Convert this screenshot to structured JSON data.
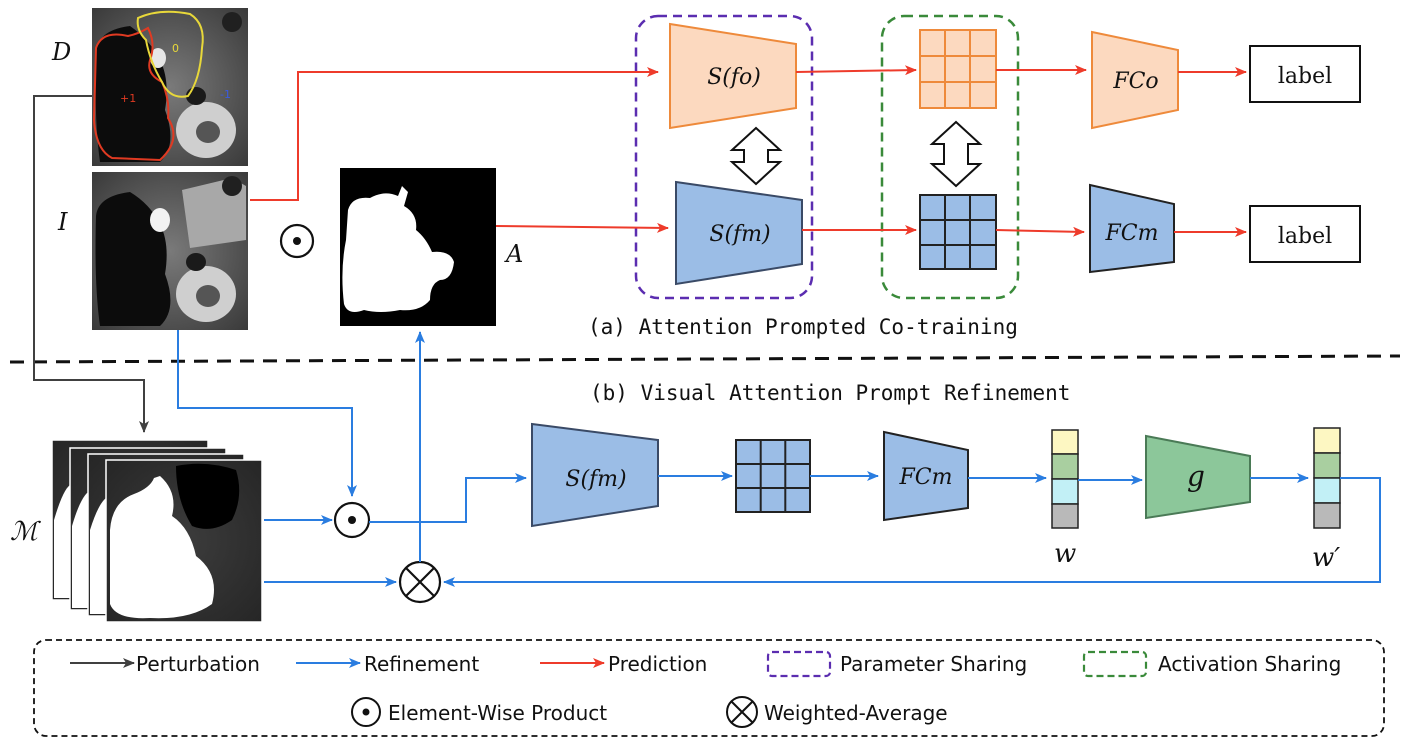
{
  "labels": {
    "d": "D",
    "i": "I",
    "a": "A",
    "m": "ℳ",
    "w": "w",
    "w_prime": "w′"
  },
  "contour_labels": {
    "zero": "0",
    "plus_one": "+1",
    "minus_one": "-1"
  },
  "sections": {
    "a_title": "(a) Attention Prompted Co-training",
    "b_title": "(b) Visual Attention Prompt Refinement"
  },
  "blocks": {
    "s_fo": "S(fo)",
    "s_fm_top": "S(fm)",
    "fc_o": "FCo",
    "fc_m_top": "FCm",
    "label_top": "label",
    "label_bottom": "label",
    "s_fm_bottom": "S(fm)",
    "fc_m_bottom": "FCm",
    "g": "g"
  },
  "legend": {
    "perturbation": "Perturbation",
    "refinement": "Refinement",
    "prediction": "Prediction",
    "parameter_sharing": "Parameter Sharing",
    "activation_sharing": "Activation Sharing",
    "element_wise": "Element-Wise Product",
    "weighted_average": "Weighted-Average"
  },
  "colors": {
    "orange_fill": "#fcd9bf",
    "orange_stroke": "#ee8a3b",
    "blue_fill": "#9bbde6",
    "blue_stroke": "#3a4a66",
    "green_fill": "#8cc79a",
    "green_stroke": "#4a7a56",
    "red_arrow": "#ee3b2b",
    "blue_arrow": "#2a7de0",
    "gray_arrow": "#404040",
    "purple_dash": "#5b2db0",
    "green_dash": "#3a8a3a"
  }
}
